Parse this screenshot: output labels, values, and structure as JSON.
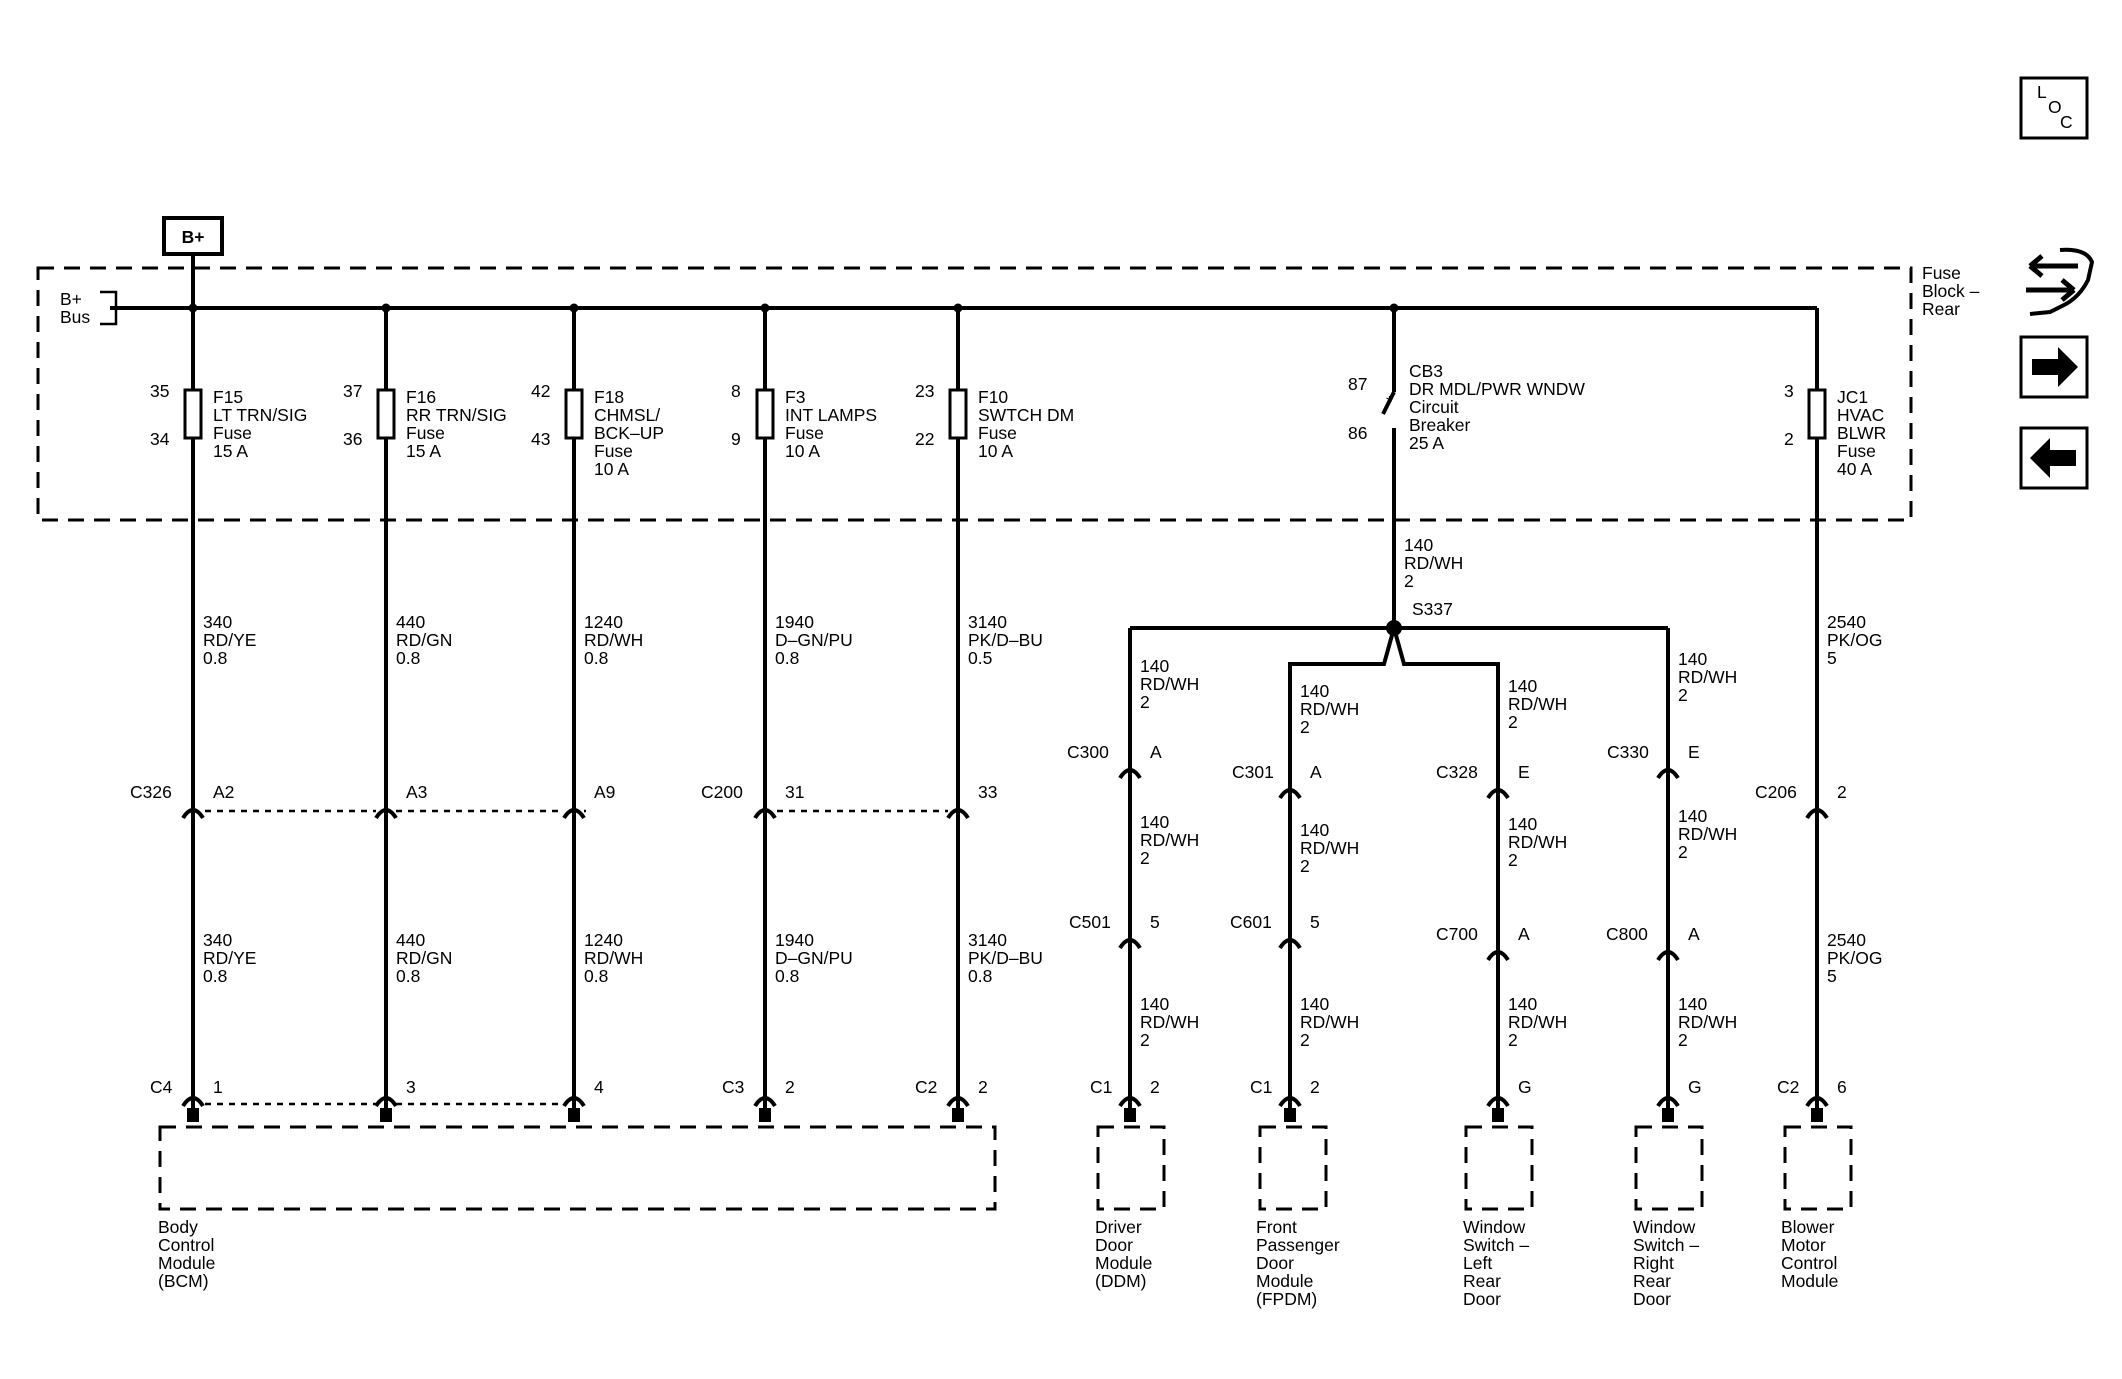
{
  "power_source": "B+",
  "bus_label": [
    "B+",
    "Bus"
  ],
  "fuse_block_label": [
    "Fuse",
    "Block –",
    "Rear"
  ],
  "nav": {
    "loc": [
      "L",
      "O",
      "C"
    ],
    "icons": [
      "swap-connector-icon",
      "arrow-right-icon",
      "arrow-left-icon"
    ]
  },
  "fuses": [
    {
      "id": "F15",
      "pin_in": "35",
      "pin_out": "34",
      "lines": [
        "F15",
        "LT TRN/SIG",
        "Fuse",
        "15 A"
      ]
    },
    {
      "id": "F16",
      "pin_in": "37",
      "pin_out": "36",
      "lines": [
        "F16",
        "RR TRN/SIG",
        "Fuse",
        "15 A"
      ]
    },
    {
      "id": "F18",
      "pin_in": "42",
      "pin_out": "43",
      "lines": [
        "F18",
        "CHMSL/",
        "BCK–UP",
        "Fuse",
        "10 A"
      ]
    },
    {
      "id": "F3",
      "pin_in": "8",
      "pin_out": "9",
      "lines": [
        "F3",
        "INT LAMPS",
        "Fuse",
        "10 A"
      ]
    },
    {
      "id": "F10",
      "pin_in": "23",
      "pin_out": "22",
      "lines": [
        "F10",
        "SWTCH DM",
        "Fuse",
        "10 A"
      ]
    },
    {
      "id": "JC1",
      "pin_in": "3",
      "pin_out": "2",
      "lines": [
        "JC1",
        "HVAC",
        "BLWR",
        "Fuse",
        "40 A"
      ]
    }
  ],
  "circuit_breaker": {
    "pin_in": "87",
    "pin_out": "86",
    "lines": [
      "CB3",
      "DR MDL/PWR WNDW",
      "Circuit",
      "Breaker",
      "25 A"
    ]
  },
  "splice": "S337",
  "cb_wire": [
    "140",
    "RD/WH",
    "2"
  ],
  "wires_upper": [
    [
      "340",
      "RD/YE",
      "0.8"
    ],
    [
      "440",
      "RD/GN",
      "0.8"
    ],
    [
      "1240",
      "RD/WH",
      "0.8"
    ],
    [
      "1940",
      "D–GN/PU",
      "0.8"
    ],
    [
      "3140",
      "PK/D–BU",
      "0.5"
    ],
    [
      "140",
      "RD/WH",
      "2"
    ],
    [
      "140",
      "RD/WH",
      "2"
    ],
    [
      "140",
      "RD/WH",
      "2"
    ],
    [
      "140",
      "RD/WH",
      "2"
    ],
    [
      "2540",
      "PK/OG",
      "5"
    ]
  ],
  "wires_middle": [
    [
      "340",
      "RD/YE",
      "0.8"
    ],
    [
      "440",
      "RD/GN",
      "0.8"
    ],
    [
      "1240",
      "RD/WH",
      "0.8"
    ],
    [
      "1940",
      "D–GN/PU",
      "0.8"
    ],
    [
      "3140",
      "PK/D–BU",
      "0.8"
    ],
    [
      "140",
      "RD/WH",
      "2"
    ],
    [
      "140",
      "RD/WH",
      "2"
    ],
    [
      "140",
      "RD/WH",
      "2"
    ],
    [
      "140",
      "RD/WH",
      "2"
    ],
    [
      "2540",
      "PK/OG",
      "5"
    ]
  ],
  "wires_lower": [
    [
      "140",
      "RD/WH",
      "2"
    ],
    [
      "140",
      "RD/WH",
      "2"
    ],
    [
      "140",
      "RD/WH",
      "2"
    ],
    [
      "140",
      "RD/WH",
      "2"
    ]
  ],
  "connectors_row1": [
    {
      "name": "C326",
      "pin": "A2"
    },
    {
      "name": "",
      "pin": "A3"
    },
    {
      "name": "",
      "pin": "A9"
    },
    {
      "name": "C200",
      "pin": "31"
    },
    {
      "name": "",
      "pin": "33"
    },
    {
      "name": "C206",
      "pin": "2"
    }
  ],
  "connectors_door_upper": [
    {
      "name": "C300",
      "pin": "A"
    },
    {
      "name": "C301",
      "pin": "A"
    },
    {
      "name": "C328",
      "pin": "E"
    },
    {
      "name": "C330",
      "pin": "E"
    }
  ],
  "connectors_door_lower": [
    {
      "name": "C501",
      "pin": "5"
    },
    {
      "name": "C601",
      "pin": "5"
    },
    {
      "name": "C700",
      "pin": "A"
    },
    {
      "name": "C800",
      "pin": "A"
    }
  ],
  "module_connectors": [
    {
      "name": "C4",
      "pin": "1"
    },
    {
      "name": "",
      "pin": "3"
    },
    {
      "name": "",
      "pin": "4"
    },
    {
      "name": "C3",
      "pin": "2"
    },
    {
      "name": "C2",
      "pin": "2"
    },
    {
      "name": "C1",
      "pin": "2"
    },
    {
      "name": "C1",
      "pin": "2"
    },
    {
      "name": "",
      "pin": "G"
    },
    {
      "name": "",
      "pin": "G"
    },
    {
      "name": "C2",
      "pin": "6"
    }
  ],
  "modules": [
    [
      "Body",
      "Control",
      "Module",
      "(BCM)"
    ],
    [
      "Driver",
      "Door",
      "Module",
      "(DDM)"
    ],
    [
      "Front",
      "Passenger",
      "Door",
      "Module",
      "(FPDM)"
    ],
    [
      "Window",
      "Switch –",
      "Left",
      "Rear",
      "Door"
    ],
    [
      "Window",
      "Switch –",
      "Right",
      "Rear",
      "Door"
    ],
    [
      "Blower",
      "Motor",
      "Control",
      "Module"
    ]
  ]
}
